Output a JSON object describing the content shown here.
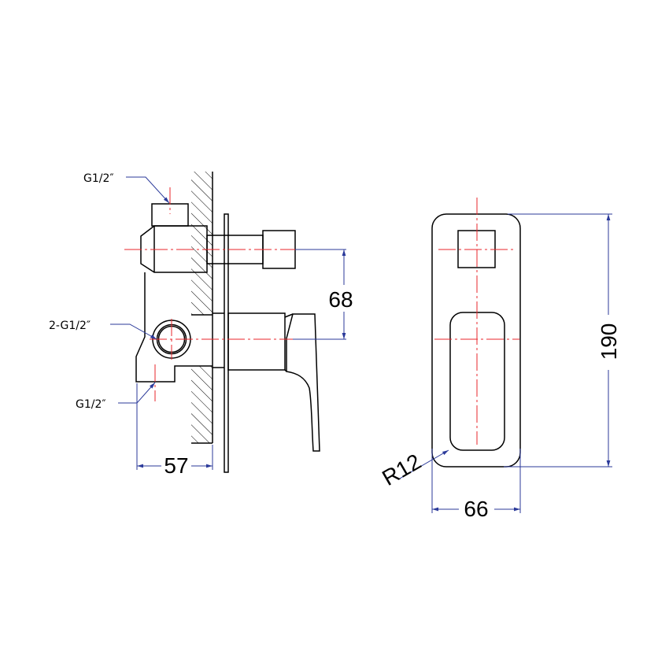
{
  "labels": {
    "top_thread": "G1/2″",
    "side_thread": "2-G1/2″",
    "bottom_thread": "G1/2″"
  },
  "dimensions": {
    "depth": "57",
    "outlet_spacing": "68",
    "plate_width": "66",
    "plate_height": "190",
    "corner_radius": "R12"
  },
  "colors": {
    "outline": "#000000",
    "centerline": "#e8262b",
    "dimension": "#2b3a9a"
  }
}
